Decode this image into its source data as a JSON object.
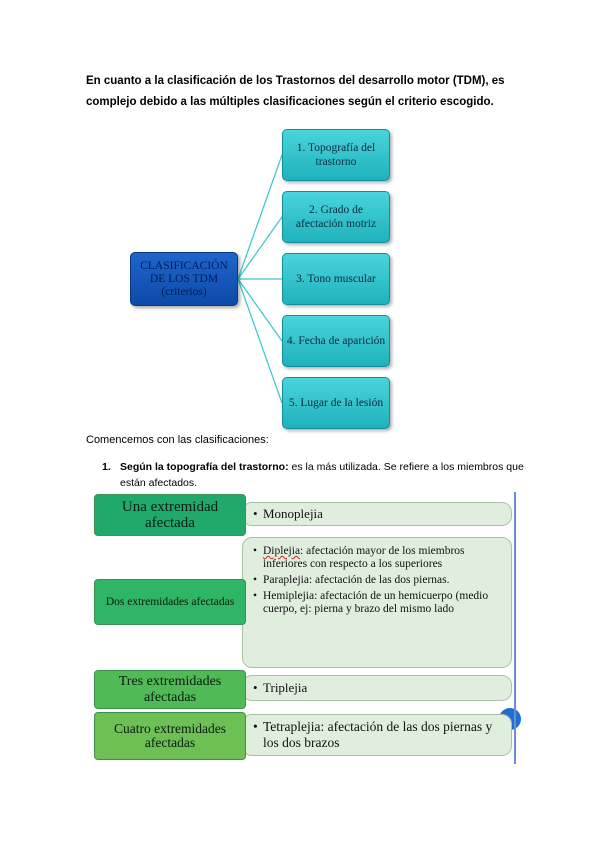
{
  "intro": "En cuanto a la clasificación de los Trastornos del desarrollo motor (TDM), es complejo debido a las múltiples clasificaciones según el criterio escogido.",
  "diagram1": {
    "center_line1": "CLASIFICACIÓN",
    "center_line2": "DE LOS TDM",
    "center_line3": "(criterios)",
    "criteria": [
      "1. Topografía del trastorno",
      "2. Grado de afectación motriz",
      "3. Tono muscular",
      "4. Fecha de aparición",
      "5. Lugar de la lesión"
    ],
    "colors": {
      "center": "#1e66cc",
      "criteria": "#3ac5cf",
      "connector": "#3ac5cf"
    }
  },
  "comencemos": "Comencemos con las clasificaciones:",
  "list_item": {
    "number": "1.",
    "bold": "Según la topografía del trastorno:",
    "rest": " es la más utilizada. Se refiere a los miembros que están afectados."
  },
  "diagram2": {
    "rows": [
      {
        "label": "Una extremidad afectada",
        "items": [
          "Monoplejia"
        ]
      },
      {
        "label": "Dos extremidades afectadas",
        "items": [
          "Diplejia: afectación mayor de los miembros inferiores con respecto a los superiores",
          "Paraplejia: afectación de las dos piernas.",
          "Hemiplejia: afectación de un hemicuerpo (medio cuerpo, ej: pierna y brazo del mismo lado"
        ]
      },
      {
        "label": "Tres extremidades afectadas",
        "items": [
          "Triplejia"
        ]
      },
      {
        "label": "Cuatro extremidades afectadas",
        "items": [
          "Tetraplejia: afectación de las dos piernas y los dos brazos"
        ]
      }
    ],
    "diplejia_word": "Diplejia",
    "diplejia_rest": ": afectación mayor de los miembros inferiores con respecto a los superiores",
    "colors": {
      "row1": "#1fa96b",
      "row2": "#2fb565",
      "row3": "#4fba56",
      "row4": "#6cc054",
      "panel": "#e0eede"
    }
  }
}
